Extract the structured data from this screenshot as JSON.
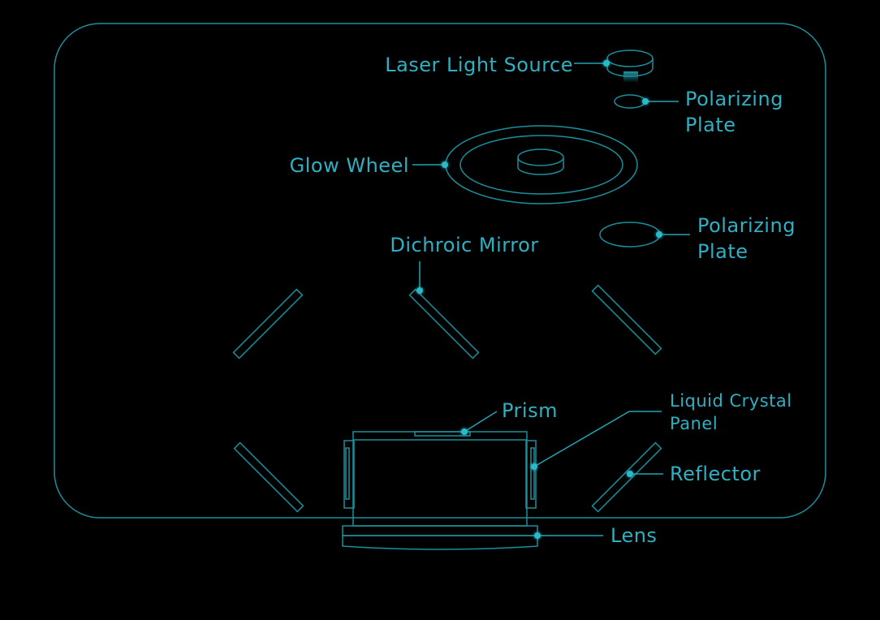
{
  "labels": {
    "laser_light_source": "Laser Light Source",
    "polarizing_plate_1": [
      "Polarizing",
      "Plate"
    ],
    "glow_wheel": "Glow Wheel",
    "polarizing_plate_2": [
      "Polarizing",
      "Plate"
    ],
    "dichroic_mirror": "Dichroic Mirror",
    "prism": "Prism",
    "liquid_crystal_panel": [
      "Liquid Crystal",
      "Panel"
    ],
    "reflector": "Reflector",
    "lens": "Lens"
  },
  "colors": {
    "line": "#1b8f9c",
    "accent": "#2ab9c9",
    "background": "#000000"
  }
}
